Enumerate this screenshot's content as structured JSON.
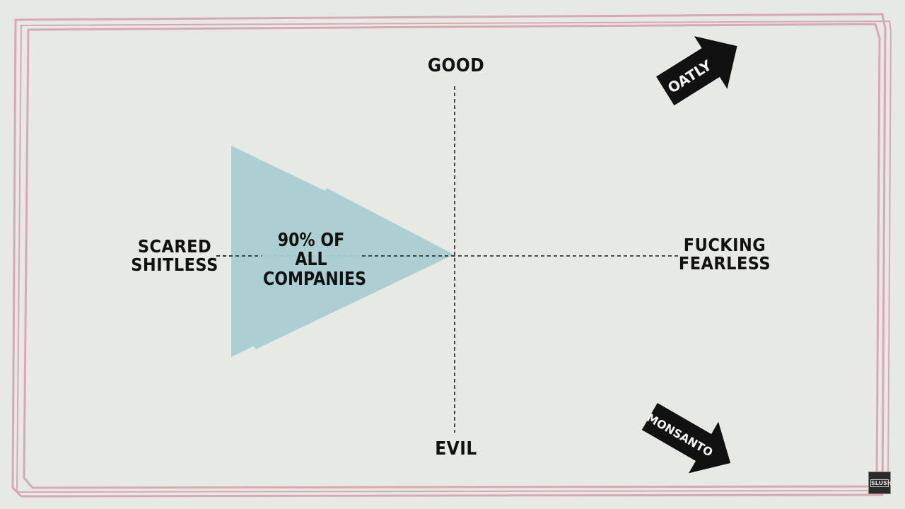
{
  "axes": {
    "top": "GOOD",
    "bottom": "EVIL",
    "left_line1": "SCARED",
    "left_line2": "SHITLESS",
    "right_line1": "FUCKING",
    "right_line2": "FEARLESS"
  },
  "region": {
    "line1": "90% OF ALL",
    "line2": "COMPANIES",
    "color": "#a9cdd3"
  },
  "arrows": {
    "up_right": "OATLY",
    "down_right": "MONSANTO"
  },
  "badge": {
    "text": "SLUSH"
  },
  "colors": {
    "background": "#e6e9e4",
    "border": "#d9a9b1",
    "ink": "#111111"
  }
}
